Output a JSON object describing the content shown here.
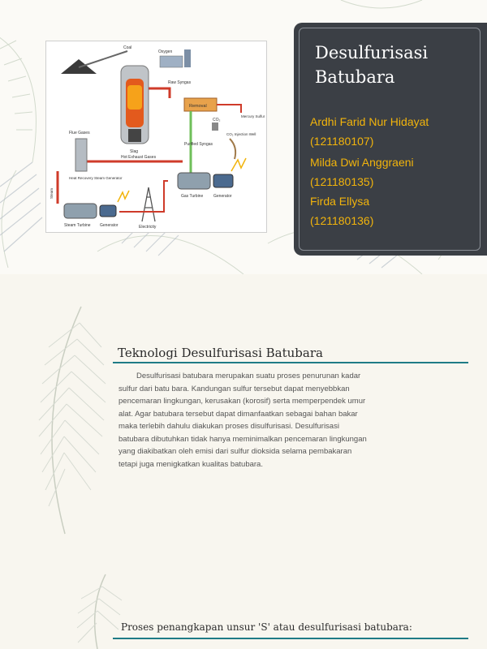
{
  "slide1": {
    "title": "Desulfurisasi Batubara",
    "authors": [
      {
        "name": "Ardhi Farid Nur Hidayat",
        "id": "(121180107)"
      },
      {
        "name": "Milda Dwi Anggraeni",
        "id": "(121180135)"
      },
      {
        "name": "Firda Ellysa",
        "id": "(121180136)"
      }
    ],
    "diagram_labels": {
      "coal": "Coal",
      "oxygen": "Oxygen",
      "flue_gases": "Flue Gases",
      "raw_syngas": "Raw Syngas",
      "removal": "Removal",
      "mercury_sulfur": "Mercury Sulfur",
      "co2": "CO₂",
      "co2_injection_well": "CO₂ Injection Well",
      "slag": "Slag",
      "purified_syngas": "Purified Syngas",
      "hot_exhaust_gases": "Hot Exhaust Gases",
      "heat_recovery": "Heat Recovery Steam Generator",
      "steam": "Steam",
      "gas_turbine": "Gas Turbine",
      "generator": "Generator",
      "steam_turbine": "Steam Turbine",
      "electricity": "Electricity"
    },
    "colors": {
      "card_bg": "#3b3f45",
      "author_text": "#f2b40c",
      "title_text": "#ffffff"
    }
  },
  "slide2": {
    "heading": "Teknologi Desulfurisasi Batubara",
    "paragraph_lines": [
      "Desulfurisasi batubara merupakan suatu proses penurunan kadar",
      "sulfur dari batu bara. Kandungan sulfur tersebut dapat menyebbkan",
      "pencemaran lingkungan, kerusakan (korosif) serta memperpendek umur",
      "alat. Agar batubara tersebut dapat dimanfaatkan sebagai bahan bakar",
      "maka terlebih dahulu diakukan proses disulfurisasi. Desulfurisasi",
      "batubara dibutuhkan tidak hanya meminimalkan pencemaran lingkungan",
      "yang diakibatkan oleh emisi dari sulfur dioksida selama pembakaran",
      "tetapi juga menigkatkan kualitas batubara."
    ],
    "subheading": "Proses penangkapan unsur 'S' atau desulfurisasi batubara:",
    "colors": {
      "rule": "#1f7b86"
    }
  }
}
